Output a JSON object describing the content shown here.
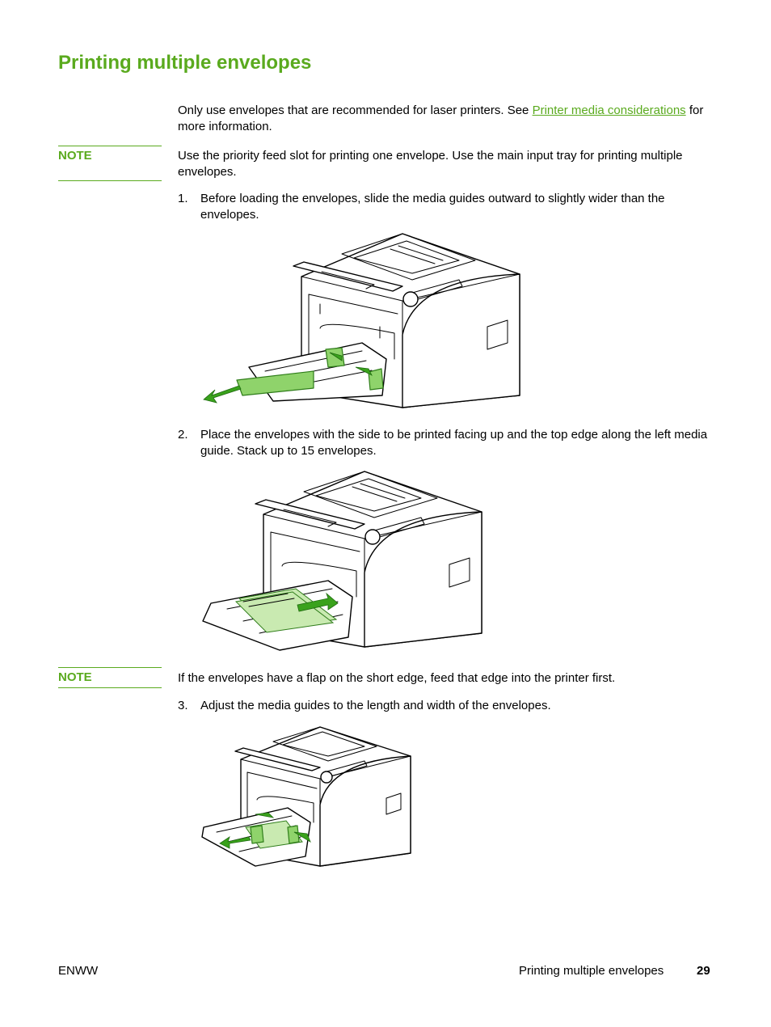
{
  "title": "Printing multiple envelopes",
  "intro": {
    "text_before": "Only use envelopes that are recommended for laser printers. See ",
    "link": "Printer media considerations",
    "text_after": " for more information."
  },
  "note1": {
    "label": "NOTE",
    "text": "Use the priority feed slot for printing one envelope. Use the main input tray for printing multiple envelopes."
  },
  "steps": [
    {
      "num": "1.",
      "text": "Before loading the envelopes, slide the media guides outward to slightly wider than the envelopes."
    },
    {
      "num": "2.",
      "text": "Place the envelopes with the side to be printed facing up and the top edge along the left media guide. Stack up to 15 envelopes."
    },
    {
      "num": "3.",
      "text": "Adjust the media guides to the length and width of the envelopes."
    }
  ],
  "note2": {
    "label": "NOTE",
    "text": "If the envelopes have a flap on the short edge, feed that edge into the printer first."
  },
  "footer": {
    "left": "ENWW",
    "section": "Printing multiple envelopes",
    "page": "29"
  },
  "colors": {
    "accent": "#5aaa1e",
    "guide_green": "#8fd36b",
    "arrow_green": "#3aa21c"
  }
}
